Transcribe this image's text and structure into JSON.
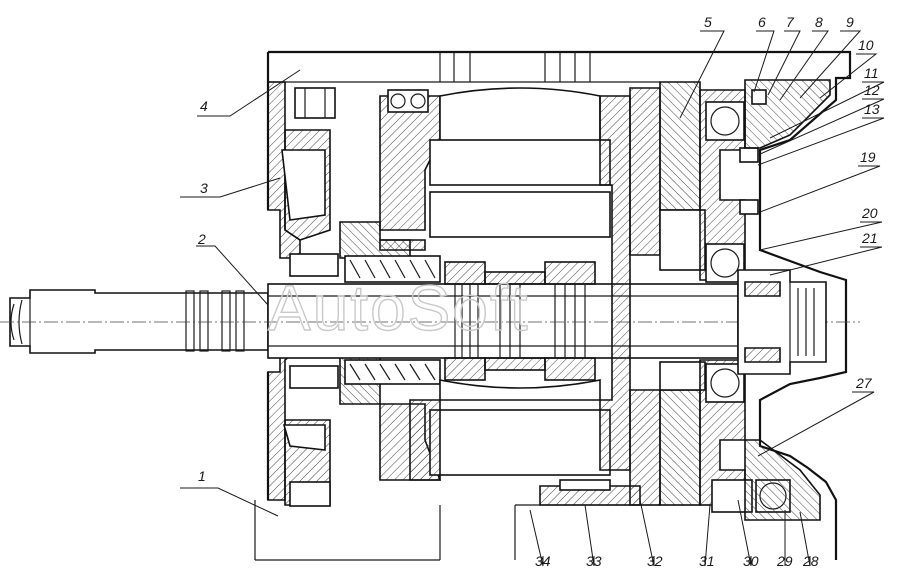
{
  "watermark": "AutoSoft",
  "callouts": {
    "c1": "1",
    "c2": "2",
    "c3": "3",
    "c4": "4",
    "c5": "5",
    "c6": "6",
    "c7": "7",
    "c8": "8",
    "c9": "9",
    "c10": "10",
    "c11": "11",
    "c12": "12",
    "c13": "13",
    "c19": "19",
    "c20": "20",
    "c21": "21",
    "c27": "27",
    "c28": "28",
    "c29": "29",
    "c30": "30",
    "c31": "31",
    "c32": "32",
    "c33": "33",
    "c34": "34"
  }
}
